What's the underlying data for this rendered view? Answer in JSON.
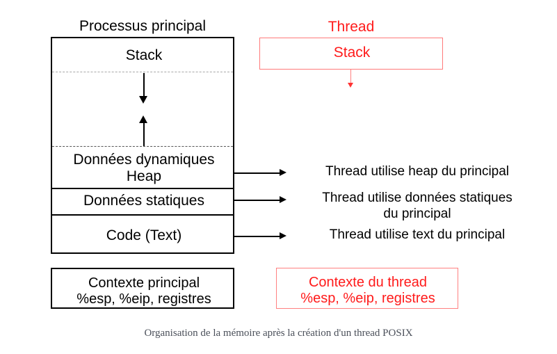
{
  "process": {
    "title": "Processus principal",
    "sections": [
      {
        "id": "stack",
        "label": "Stack"
      },
      {
        "id": "heap",
        "label": "Données dynamiques\nHeap"
      },
      {
        "id": "static",
        "label": "Données statiques"
      },
      {
        "id": "code",
        "label": "Code (Text)"
      }
    ],
    "context_box": "Contexte principal\n%esp, %eip, registres"
  },
  "thread": {
    "title": "Thread",
    "stack_label": "Stack",
    "context_box": "Contexte du thread\n%esp, %eip, registres",
    "color": "#ff1a1a",
    "border_color": "#ff8080"
  },
  "notes": [
    {
      "id": "heap",
      "text": "Thread utilise heap du principal"
    },
    {
      "id": "static",
      "text": "Thread utilise données statiques\ndu principal"
    },
    {
      "id": "text",
      "text": "Thread utilise text du principal"
    }
  ],
  "caption": "Organisation de la mémoire après la création d'un thread POSIX",
  "colors": {
    "black": "#000000",
    "red": "#ff1a1a",
    "red_light": "#ff8080",
    "caption": "#4a4f59",
    "background": "#ffffff"
  }
}
